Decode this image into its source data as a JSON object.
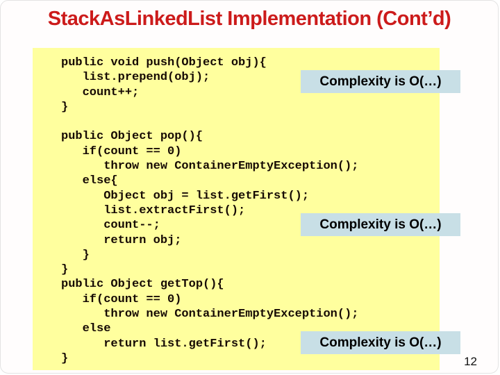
{
  "slide": {
    "title": "StackAsLinkedList Implementation (Cont’d)",
    "page_number": "12",
    "colors": {
      "title_red": "#cc1b1b",
      "code_panel_bg": "#ffff9e",
      "code_text": "#160a04",
      "complexity_badge_bg": "#c8dfe6",
      "complexity_badge_text": "#000000",
      "slide_bg": "#ffffff"
    },
    "code": {
      "language": "java",
      "text": "public void push(Object obj){\n   list.prepend(obj);\n   count++;\n}\n\npublic Object pop(){\n   if(count == 0)\n      throw new ContainerEmptyException();\n   else{\n      Object obj = list.getFirst();\n      list.extractFirst();\n      count--;\n      return obj;\n   }\n}\npublic Object getTop(){\n   if(count == 0)\n      throw new ContainerEmptyException();\n   else\n      return list.getFirst();\n}"
    },
    "complexity_notes": [
      {
        "label": "Complexity is O(…)",
        "attached_to": "push"
      },
      {
        "label": "Complexity is O(…)",
        "attached_to": "pop"
      },
      {
        "label": "Complexity is O(…)",
        "attached_to": "getTop"
      }
    ]
  }
}
